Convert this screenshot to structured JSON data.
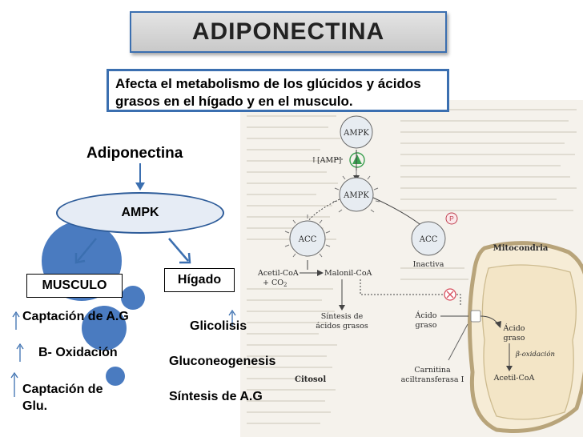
{
  "title": "ADIPONECTINA",
  "description": "Afecta el metabolismo de los glúcidos y ácidos grasos en el hígado y en el musculo.",
  "diagram": {
    "source": "Adiponectina",
    "center": "AMPK",
    "muscle": {
      "label": "MUSCULO",
      "effects": [
        "Captación de A.G",
        "B- Oxidación",
        "Captación de Glu."
      ]
    },
    "liver": {
      "label": "Hígado",
      "effects": [
        "Glicolisis",
        "Gluconeogenesis",
        "Síntesis de A.G"
      ]
    }
  },
  "figure": {
    "ampk_top": "AMPK",
    "amp_label": "↑[AMP]",
    "ampk_active": "AMPK",
    "acc_active": "ACC",
    "acc_inactive": "ACC",
    "inactive_label": "Inactiva",
    "phospho": "P",
    "acetyl_coa_line1": "Acetil-CoA",
    "acetyl_coa_line2": "+ CO",
    "co2_sub": "2",
    "malonyl": "Malonil-CoA",
    "fa_synthesis_line1": "Síntesis de",
    "fa_synthesis_line2": "ácidos grasos",
    "fatty_acid_line1": "Ácido",
    "fatty_acid_line2": "graso",
    "carnitine_line1": "Carnitina",
    "carnitine_line2": "aciltransferasa I",
    "cytosol": "Citosol",
    "mito_title": "Mitocondria",
    "mito_fa_line1": "Ácido",
    "mito_fa_line2": "graso",
    "beta_ox": "β-oxidación",
    "mito_acetyl": "Acetil-CoA"
  },
  "colors": {
    "accent": "#3b6fb0",
    "circle": "#4a7bc0",
    "mito_fill": "#f6ecd6",
    "mito_stroke": "#b8a47a",
    "inhibit": "#d85060"
  }
}
